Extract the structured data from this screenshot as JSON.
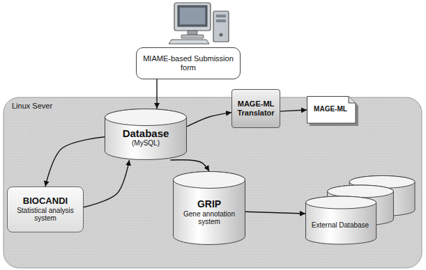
{
  "diagram": {
    "nodes": [
      {
        "text": [
          "MIAME-based Submission form"
        ]
      },
      {
        "text": [
          "Linux Sever"
        ]
      },
      {
        "text": [
          "Database",
          "(MySQL)"
        ],
        "in": 1
      },
      {
        "text": [
          "MAGE-ML Translator"
        ],
        "in": 1
      },
      {
        "text": [
          "MAGE-ML"
        ]
      },
      {
        "text": [
          "BIOCANDI",
          "Statistical analysis system"
        ],
        "in": 1
      },
      {
        "text": [
          "GRIP",
          "Gene annotation system"
        ],
        "in": 1
      },
      {
        "text": [
          "External Database"
        ]
      }
    ],
    "edges": [
      {
        "from": 0,
        "to": 2,
        "arrow": "to"
      },
      {
        "from": 2,
        "to": 3,
        "arrow": "to"
      },
      {
        "from": 3,
        "to": 4,
        "arrow": "to"
      },
      {
        "from": 2,
        "to": 5,
        "arrow": "to"
      },
      {
        "from": 5,
        "to": 2,
        "arrow": "to"
      },
      {
        "from": 2,
        "to": 6,
        "arrow": "to"
      },
      {
        "from": 6,
        "to": 7,
        "arrow": "to"
      }
    ]
  }
}
